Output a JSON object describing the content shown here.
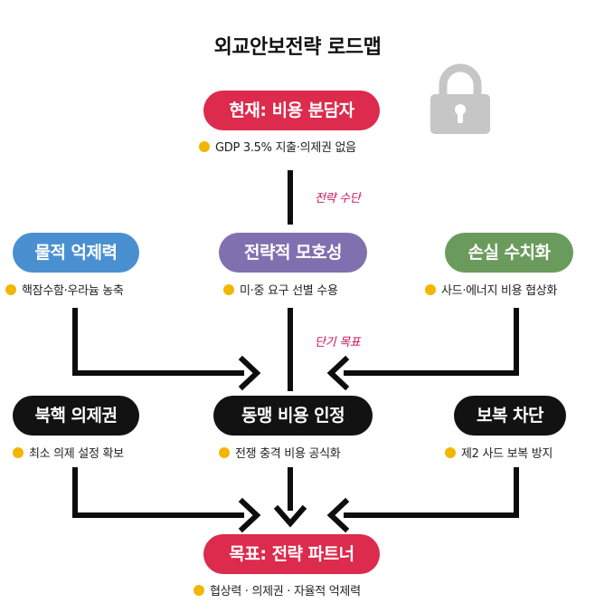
{
  "title": "외교안보전략 로드맵",
  "icons": {
    "lock": "lock-icon",
    "bullet": "bullet-dot-icon"
  },
  "colors": {
    "red": "#dc2b4c",
    "blue": "#4a8fd0",
    "purple": "#8170b0",
    "green": "#6b9b5c",
    "black": "#121212",
    "bullet": "#f3b600",
    "tag": "#c2185b"
  },
  "current": {
    "label": "현재: 비용 분담자",
    "note": "GDP 3.5% 지출·의제권 없음"
  },
  "tags": {
    "means": "전략 수단",
    "short_goal": "단기 목표"
  },
  "means": [
    {
      "label": "물적 억제력",
      "note": "핵잠수함·우라늄 농축"
    },
    {
      "label": "전략적 모호성",
      "note": "미·중 요구 선별 수용"
    },
    {
      "label": "손실 수치화",
      "note": "사드·에너지 비용 협상화"
    }
  ],
  "short_goals": [
    {
      "label": "북핵 의제권",
      "note": "최소 의제 설정 확보"
    },
    {
      "label": "동맹 비용 인정",
      "note": "전쟁 충격 비용 공식화"
    },
    {
      "label": "보복 차단",
      "note": "제2 사드 보복 방지"
    }
  ],
  "goal": {
    "label": "목표: 전략 파트너",
    "note": "협상력 · 의제권 · 자율적 억제력"
  }
}
